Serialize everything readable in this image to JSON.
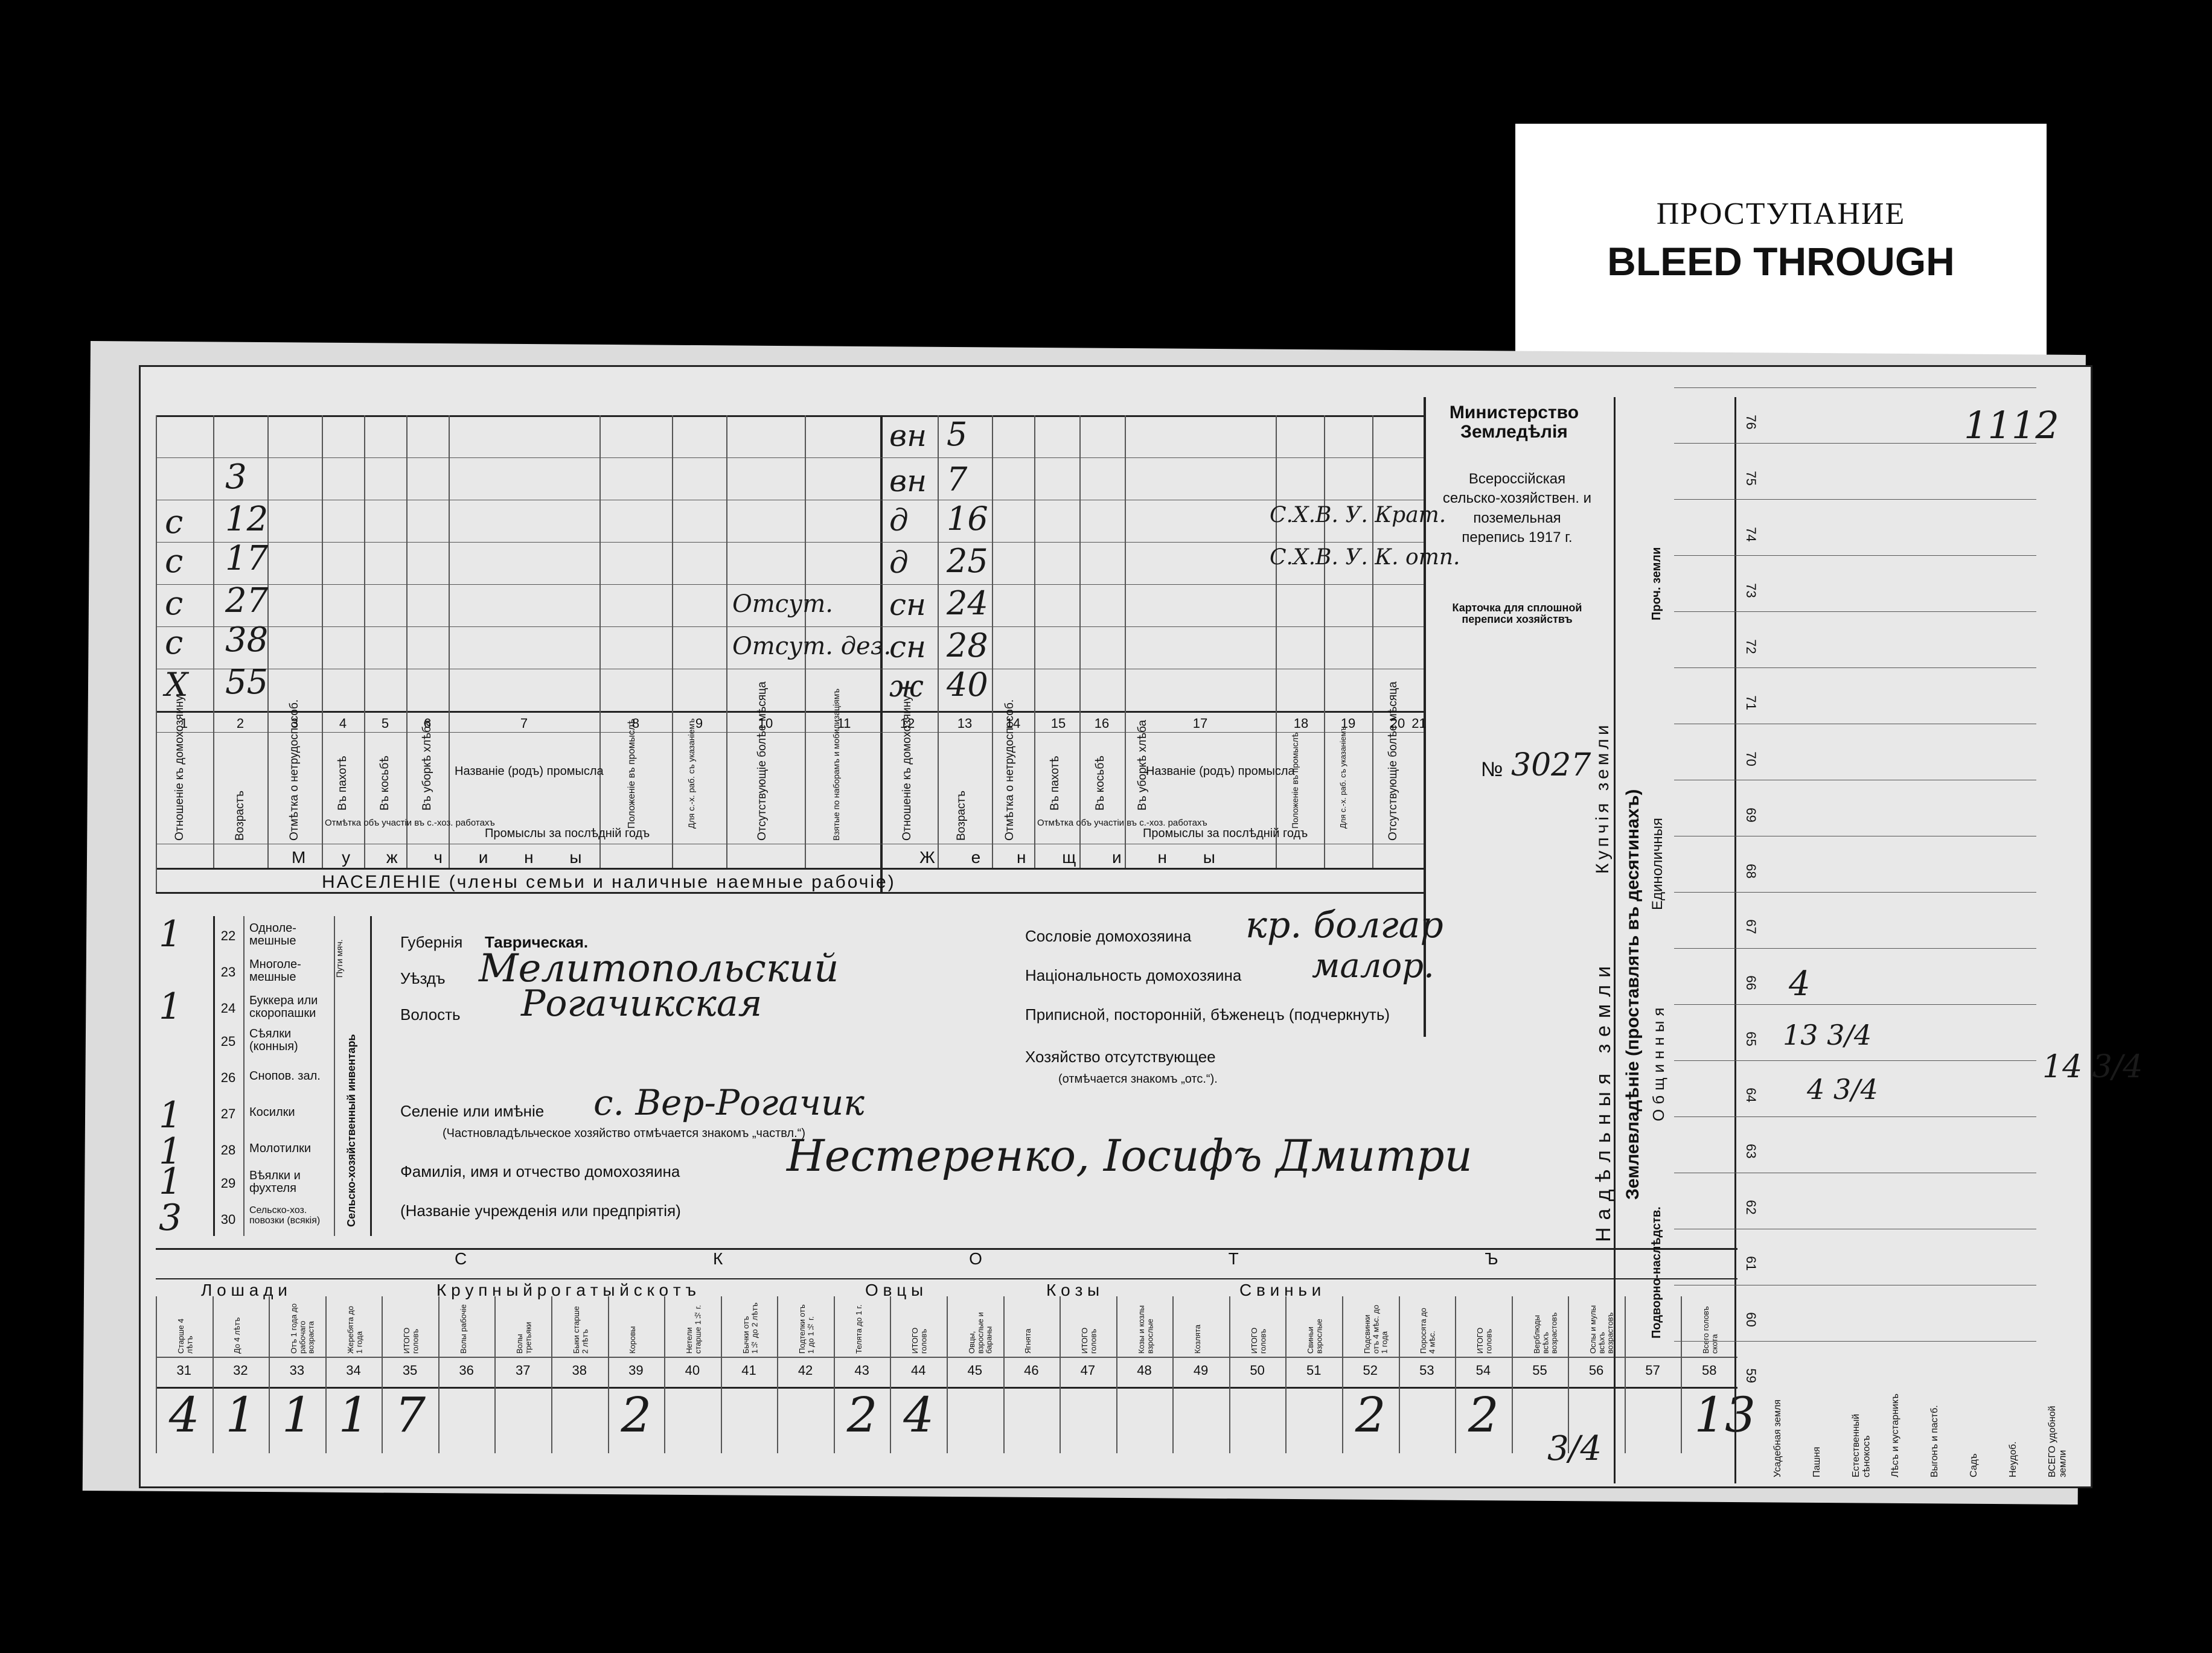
{
  "label": {
    "ru": "ПРОСТУПАНИЕ",
    "en": "BLEED THROUGH"
  },
  "header": {
    "ministry": "Министерство Земледѣлія",
    "census_title": "Всероссійская сельско-хозяйствен. и поземельная перепись 1917 г.",
    "card_type": "Карточка для сплошной переписи хозяйствъ",
    "card_number_prefix": "№",
    "card_number": "3027"
  },
  "population": {
    "section_title": "НАСЕЛЕНІЕ (члены семьи и наличные наемные рабочіе)",
    "men_label": "М у ж ч и н ы",
    "women_label": "Ж е н щ и н ы",
    "col_relation": "Отношеніе къ домохозяину",
    "col_age": "Возрастъ",
    "col_disability": "Отмѣтка о нетрудоспособ.",
    "col_plowing": "Въ пахотѣ",
    "col_mowing": "Въ косьбѣ",
    "col_harvest": "Въ уборкѣ хлѣба",
    "col_trade_name": "Названіе (родъ) промысла",
    "col_trade_status": "Положеніе въ промыслѣ",
    "col_trade_agri": "Для с.-х. раб. съ указаніемъ",
    "col_absent": "Отсутствующіе болѣе мѣсяца",
    "col_military": "Взятые по наборамъ и мобилизаціямъ",
    "group_field_work": "Отмѣтка объ участіи въ с.-хоз. работахъ",
    "group_trades": "Промыслы за послѣдній годъ",
    "col_numbers": [
      "1",
      "2",
      "3",
      "4",
      "5",
      "6",
      "7",
      "8",
      "9",
      "10",
      "11",
      "12",
      "13",
      "14",
      "15",
      "16",
      "17",
      "18",
      "19",
      "20",
      "21"
    ],
    "men_rows": [
      {
        "relation": "",
        "age": "3"
      },
      {
        "relation": "с",
        "age": "12"
      },
      {
        "relation": "с",
        "age": "17"
      },
      {
        "relation": "с",
        "age": "27"
      },
      {
        "relation": "с",
        "age": "38"
      },
      {
        "relation": "Х",
        "age": "55"
      }
    ],
    "women_rows": [
      {
        "relation": "вн",
        "age": "5"
      },
      {
        "relation": "вн",
        "age": "7"
      },
      {
        "relation": "д",
        "age": "16"
      },
      {
        "relation": "д",
        "age": "25"
      },
      {
        "relation": "сн",
        "age": "24"
      },
      {
        "relation": "сн",
        "age": "28"
      },
      {
        "relation": "ж",
        "age": "40"
      }
    ],
    "men_absent_notes": [
      "Отсут.",
      "Отсут. дез."
    ],
    "women_trade_notes": [
      "С.Х.В. У. Крат.",
      "С.Х.В. У. К. отп."
    ]
  },
  "inventory": {
    "title": "Сельско-хозяйственный инвентарь",
    "items": [
      {
        "no": "22",
        "name": "Одноле-мешные",
        "count": "1"
      },
      {
        "no": "23",
        "name": "Многоле-мешные",
        "count": ""
      },
      {
        "no": "24",
        "name": "Буккера или скоропашки",
        "count": "1"
      },
      {
        "no": "25",
        "name": "Сѣялки (конныя)",
        "count": ""
      },
      {
        "no": "26",
        "name": "Снопов. зал.",
        "count": ""
      },
      {
        "no": "27",
        "name": "Косилки",
        "count": "1"
      },
      {
        "no": "28",
        "name": "Молотилки",
        "count": "1"
      },
      {
        "no": "29",
        "name": "Вѣялки и фухтеля",
        "count": "1"
      },
      {
        "no": "30",
        "name": "Сельско-хоз. повозки (всякія)",
        "count": "3"
      }
    ],
    "side_note": "Пути мяч."
  },
  "household": {
    "gubernia_label": "Губернія",
    "gubernia_value": "Таврическая.",
    "uezd_label": "Уѣздъ",
    "uezd_value": "Мелитопольский",
    "volost_label": "Волость",
    "volost_value": "Рогачикская",
    "estate_label": "Сословіе домохозяина",
    "estate_value": "кр. болгар",
    "nationality_label": "Національность домохозяина",
    "nationality_value": "малор.",
    "status_label": "Приписной, посторонній, бѣженецъ (подчеркнуть)",
    "absent_label": "Хозяйство отсутствующее",
    "absent_hint": "(отмѣчается знакомъ „отс.“).",
    "village_label": "Селеніе или имѣніе",
    "village_value": "с. Вер-Рогачик",
    "private_hint": "(Частновладѣльческое хозяйство отмѣчается знакомъ „частвл.“)",
    "name_label": "Фамилія, имя и отчество домохозяина",
    "name_value": "Нестеренко, Іосифъ Дмитри",
    "institution_label": "(Названіе учрежденія или предпріятія)"
  },
  "livestock": {
    "title": "С К О Т Ъ",
    "groups": [
      "Л о ш а д и",
      "К р у п н ы й   р о г а т ы й   с к о т ъ",
      "О в ц ы",
      "К о з ы",
      "С в и н ь и"
    ],
    "headers": [
      {
        "no": "31",
        "label": "Старше 4 лѣтъ"
      },
      {
        "no": "32",
        "label": "До 4 лѣтъ"
      },
      {
        "no": "33",
        "label": "Отъ 1 года до рабочаго возраста"
      },
      {
        "no": "34",
        "label": "Жеребята до 1 года"
      },
      {
        "no": "35",
        "label": "ИТОГО головъ"
      },
      {
        "no": "36",
        "label": "Волы рабочіе"
      },
      {
        "no": "37",
        "label": "Волы третьяки"
      },
      {
        "no": "38",
        "label": "Быки старше 2 лѣтъ"
      },
      {
        "no": "39",
        "label": "Коровы"
      },
      {
        "no": "40",
        "label": "Нетели старше 1½ г."
      },
      {
        "no": "41",
        "label": "Бычки отъ 1½ до 2 лѣтъ"
      },
      {
        "no": "42",
        "label": "Подтелки отъ 1 до 1½ г."
      },
      {
        "no": "43",
        "label": "Телята до 1 г."
      },
      {
        "no": "44",
        "label": "ИТОГО головъ"
      },
      {
        "no": "45",
        "label": "Овцы, взрослые и бараны"
      },
      {
        "no": "46",
        "label": "Ягнята"
      },
      {
        "no": "47",
        "label": "ИТОГО головъ"
      },
      {
        "no": "48",
        "label": "Козы и козлы взрослые"
      },
      {
        "no": "49",
        "label": "Козлята"
      },
      {
        "no": "50",
        "label": "ИТОГО головъ"
      },
      {
        "no": "51",
        "label": "Свиньи взрослые"
      },
      {
        "no": "52",
        "label": "Подсвинки отъ 4 мѣс. до 1 года"
      },
      {
        "no": "53",
        "label": "Поросята до 4 мѣс."
      },
      {
        "no": "54",
        "label": "ИТОГО головъ"
      },
      {
        "no": "55",
        "label": "Верблюды всѣхъ возрастовъ"
      },
      {
        "no": "56",
        "label": "Ослы и мулы всѣхъ возрастовъ"
      },
      {
        "no": "57",
        "label": ""
      },
      {
        "no": "58",
        "label": "Всего головъ скота"
      }
    ],
    "values": [
      "4",
      "1",
      "1",
      "1",
      "7",
      "",
      "",
      "",
      "2",
      "",
      "",
      "",
      "2",
      "4",
      "",
      "",
      "",
      "",
      "",
      "",
      "",
      "2",
      "",
      "2",
      "",
      "",
      "",
      "13"
    ]
  },
  "land": {
    "title": "Землевладѣніе (проставлять въ десятинахъ)",
    "allotment": "Надѣльныя земли",
    "purchased": "Купчія земли",
    "communal": "Общинныя",
    "hereditary": "Подворно-наслѣдств.",
    "individual": "Единоличныя",
    "other": "Проч. земли",
    "col_numbers": [
      "59",
      "60",
      "61",
      "62",
      "63",
      "64",
      "65",
      "66",
      "67",
      "68",
      "69",
      "70",
      "71",
      "72",
      "73",
      "74",
      "75",
      "76"
    ],
    "values": {
      "64": "4 3/4",
      "65": "13 3/4",
      "66": "4"
    },
    "annotation_left": "3/4",
    "right_total": "14 3/4",
    "top_marks": [
      "1112"
    ],
    "bottom_rows": [
      "Усадебная земля",
      "Пашня",
      "Естественный сѣнокосъ",
      "Лѣсъ и кустарникъ",
      "Выгонъ и пастб.",
      "Садъ",
      "Неудоб.",
      "ВСЕГО удобной земли"
    ]
  }
}
